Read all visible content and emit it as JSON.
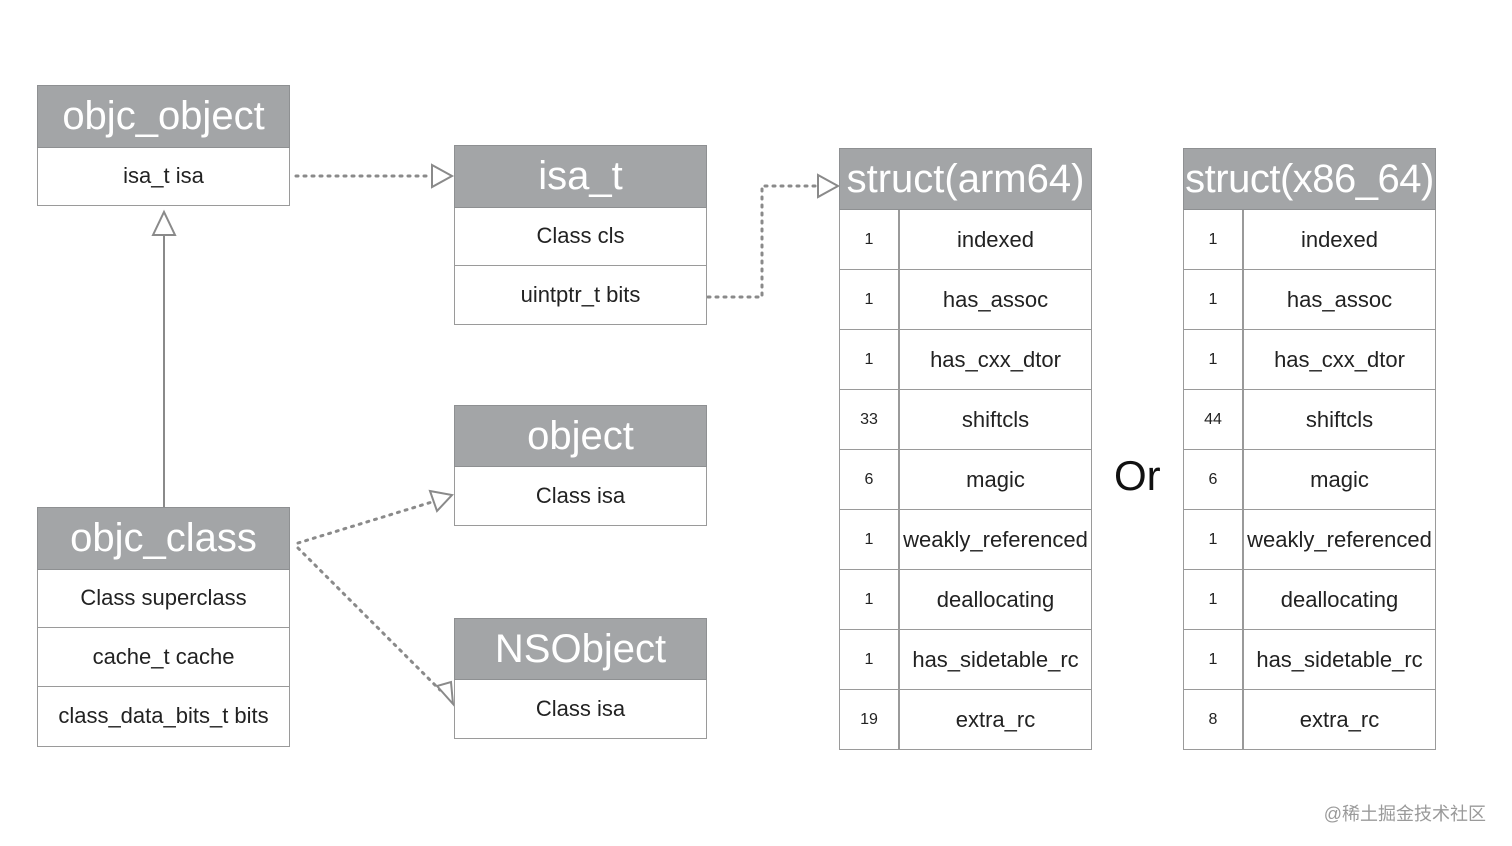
{
  "objc_object": {
    "title": "objc_object",
    "rows": [
      "isa_t isa"
    ]
  },
  "isa_t": {
    "title": "isa_t",
    "rows": [
      "Class cls",
      "uintptr_t bits"
    ]
  },
  "object": {
    "title": "object",
    "rows": [
      "Class isa"
    ]
  },
  "objc_class": {
    "title": "objc_class",
    "rows": [
      "Class superclass",
      "cache_t cache",
      "class_data_bits_t bits"
    ]
  },
  "nsobject": {
    "title": "NSObject",
    "rows": [
      "Class isa"
    ]
  },
  "struct_arm64": {
    "title": "struct(arm64)",
    "fields": [
      {
        "bits": "1",
        "name": "indexed"
      },
      {
        "bits": "1",
        "name": "has_assoc"
      },
      {
        "bits": "1",
        "name": "has_cxx_dtor"
      },
      {
        "bits": "33",
        "name": "shiftcls"
      },
      {
        "bits": "6",
        "name": "magic"
      },
      {
        "bits": "1",
        "name": "weakly_referenced"
      },
      {
        "bits": "1",
        "name": "deallocating"
      },
      {
        "bits": "1",
        "name": "has_sidetable_rc"
      },
      {
        "bits": "19",
        "name": "extra_rc"
      }
    ]
  },
  "struct_x86_64": {
    "title": "struct(x86_64)",
    "fields": [
      {
        "bits": "1",
        "name": "indexed"
      },
      {
        "bits": "1",
        "name": "has_assoc"
      },
      {
        "bits": "1",
        "name": "has_cxx_dtor"
      },
      {
        "bits": "44",
        "name": "shiftcls"
      },
      {
        "bits": "6",
        "name": "magic"
      },
      {
        "bits": "1",
        "name": "weakly_referenced"
      },
      {
        "bits": "1",
        "name": "deallocating"
      },
      {
        "bits": "1",
        "name": "has_sidetable_rc"
      },
      {
        "bits": "8",
        "name": "extra_rc"
      }
    ]
  },
  "or_label": "Or",
  "watermark": "@稀土掘金技术社区",
  "colors": {
    "header_gray": "#a3a5a7",
    "border_gray": "#9a9a9a",
    "connector": "#8a8a8a"
  }
}
